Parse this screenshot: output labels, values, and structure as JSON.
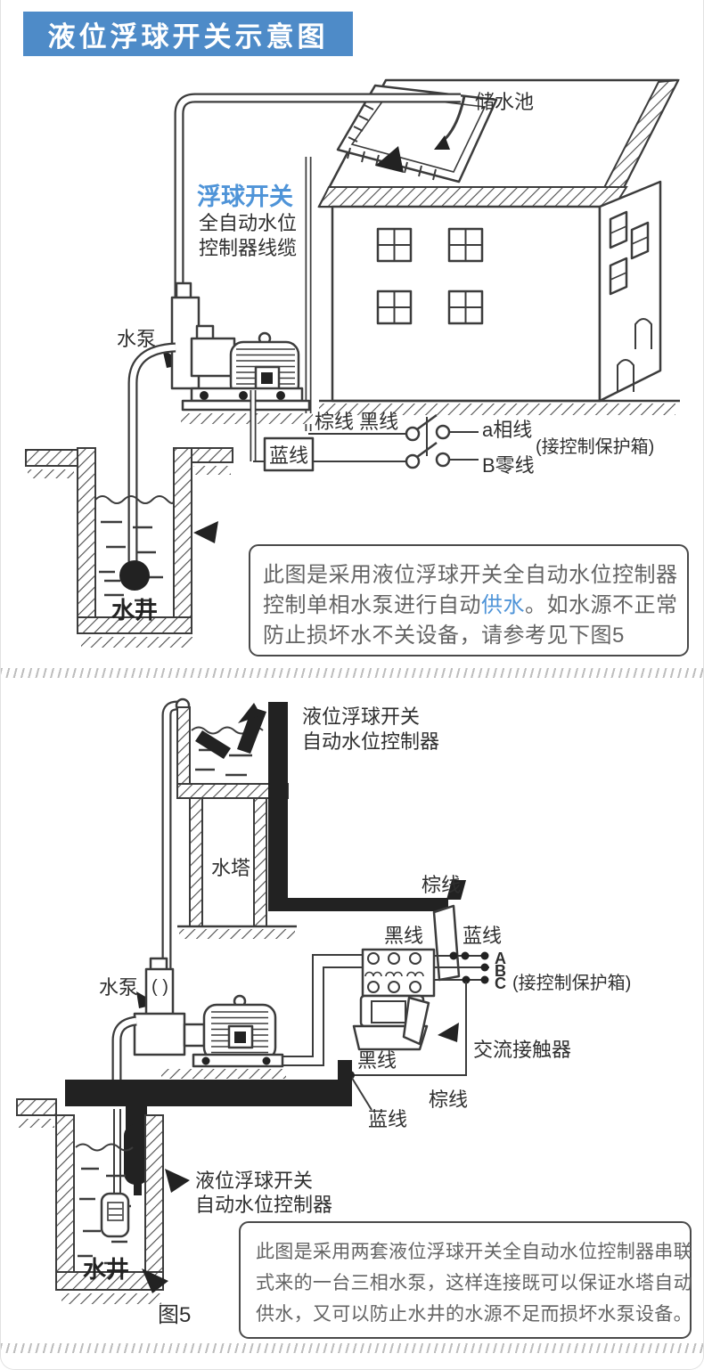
{
  "header": {
    "title": "液位浮球开关示意图"
  },
  "colors": {
    "banner_blue": "#4e8bc8",
    "accent_blue": "#4f94d8",
    "ink": "#3c3c3c",
    "note_text": "#646464"
  },
  "diagram1": {
    "labels": {
      "tank": "储水池",
      "float_switch": "浮球开关",
      "cable_line1": "全自动水位",
      "cable_line2": "控制器线缆",
      "pump": "水泵",
      "brown_black_wire": "棕线 黑线",
      "blue_wire": "蓝线",
      "phase_a": "a相线",
      "control_box": "(接控制保护箱)",
      "neutral_b": "B零线",
      "well": "水井"
    },
    "note": {
      "line1": "此图是采用液位浮球开关全自动水位控制器",
      "line2_pre": "控制单相水泵进行自动",
      "line2_highlight": "供水",
      "line2_post": "。如水源不正常",
      "line3": "防止损坏水不关设备，请参考见下图5"
    }
  },
  "diagram2": {
    "labels": {
      "switch_top_line1": "液位浮球开关",
      "switch_top_line2": "自动水位控制器",
      "water_tower": "水塔",
      "brown_wire_top": "棕线",
      "black_wire_top": "黑线",
      "blue_wire_top": "蓝线",
      "terminal_a": "A",
      "terminal_b": "B",
      "terminal_c": "C",
      "control_box": "(接控制保护箱)",
      "ac_contactor": "交流接触器",
      "black_wire_mid": "黑线",
      "pump": "水泵",
      "pump_paren": "( )",
      "blue_wire_bottom": "蓝线",
      "brown_wire_bottom": "棕线",
      "well_switch_line1": "液位浮球开关",
      "well_switch_line2": "自动水位控制器",
      "well": "水井",
      "figure": "图5"
    },
    "note": {
      "line1": "此图是采用两套液位浮球开关全自动水位控制器串联",
      "line2": "式来的一台三相水泵，这样连接既可以保证水塔自动",
      "line3": "供水，又可以防止水井的水源不足而损坏水泵设备。"
    }
  }
}
